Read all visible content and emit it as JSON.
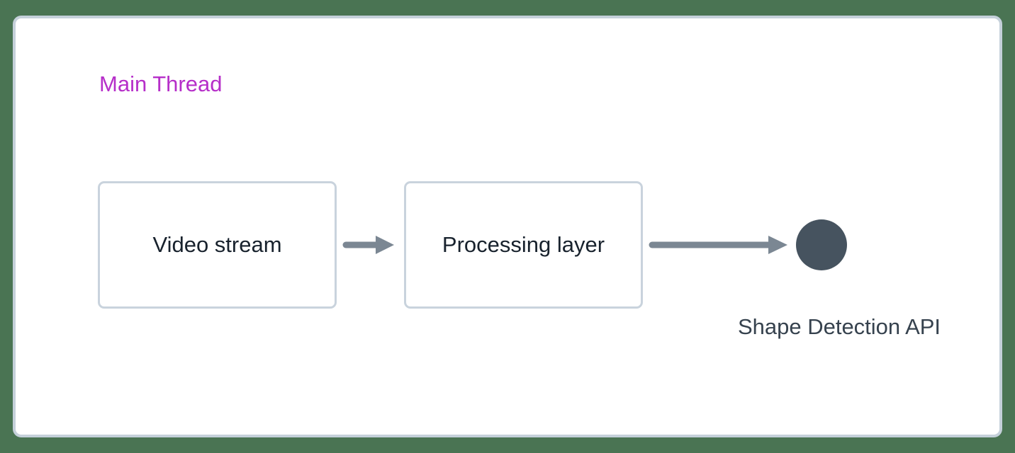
{
  "diagram": {
    "lane_label": "Main Thread",
    "nodes": [
      {
        "id": "video-stream",
        "type": "box",
        "label": "Video stream"
      },
      {
        "id": "processing-layer",
        "type": "box",
        "label": "Processing layer"
      },
      {
        "id": "shape-detection-api",
        "type": "circle",
        "label": "Shape Detection API"
      }
    ],
    "edges": [
      {
        "from": "video-stream",
        "to": "processing-layer",
        "style": "arrow"
      },
      {
        "from": "processing-layer",
        "to": "shape-detection-api",
        "style": "arrow"
      }
    ]
  },
  "colors": {
    "background_green": "#4a7453",
    "panel_background": "#ffffff",
    "panel_border": "#c5d0da",
    "box_border": "#c9d3dd",
    "box_text": "#18222d",
    "lane_title_text": "#b62fc9",
    "arrow_gray": "#7b8793",
    "circle_fill": "#46535f",
    "api_label_text": "#36424e"
  }
}
